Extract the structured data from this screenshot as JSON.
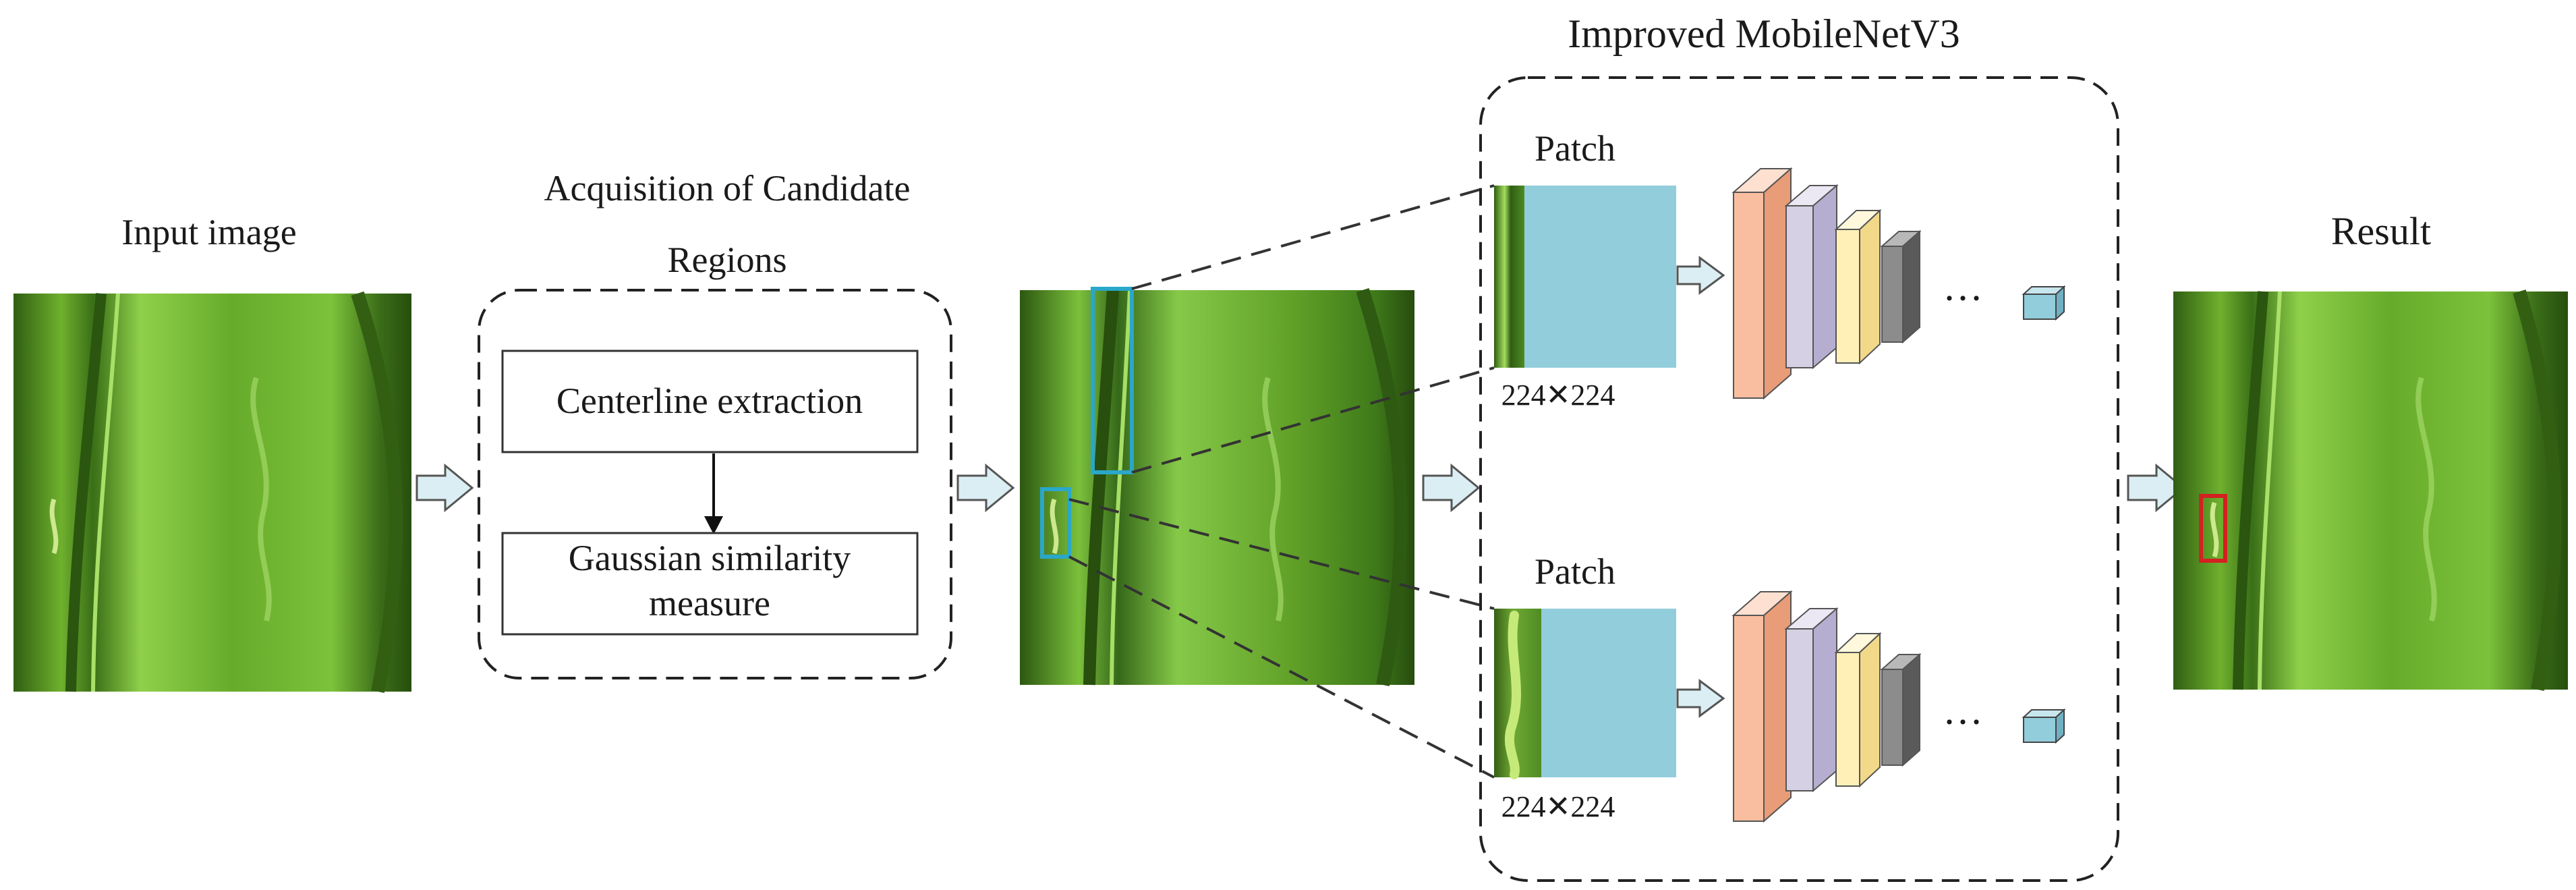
{
  "labels": {
    "input_image": "Input image",
    "acquisition_line1": "Acquisition of Candidate",
    "acquisition_line2": "Regions",
    "centerline": "Centerline extraction",
    "gaussian_line1": "Gaussian similarity",
    "gaussian_line2": "measure",
    "model_title": "Improved MobileNetV3",
    "patch_top": "Patch",
    "patch_bottom": "Patch",
    "size_top": "224✕224",
    "size_bottom": "224✕224",
    "ellipsis_top": "···",
    "ellipsis_bottom": "···",
    "result": "Result"
  },
  "colors": {
    "patch_fill": "#92cddc",
    "block_orange": "#f9be9f",
    "block_lavender": "#d6d0e4",
    "block_cream": "#fff0b8",
    "block_gray": "#8c8c8c",
    "output_cube": "#92cddc",
    "arrow_fill": "#dbeef4",
    "candidate_box": "#2aa7c9",
    "result_box": "#d42020",
    "leaf_dark": "#2f5e12",
    "leaf_mid": "#5c9e25",
    "leaf_light": "#8fd04a"
  }
}
